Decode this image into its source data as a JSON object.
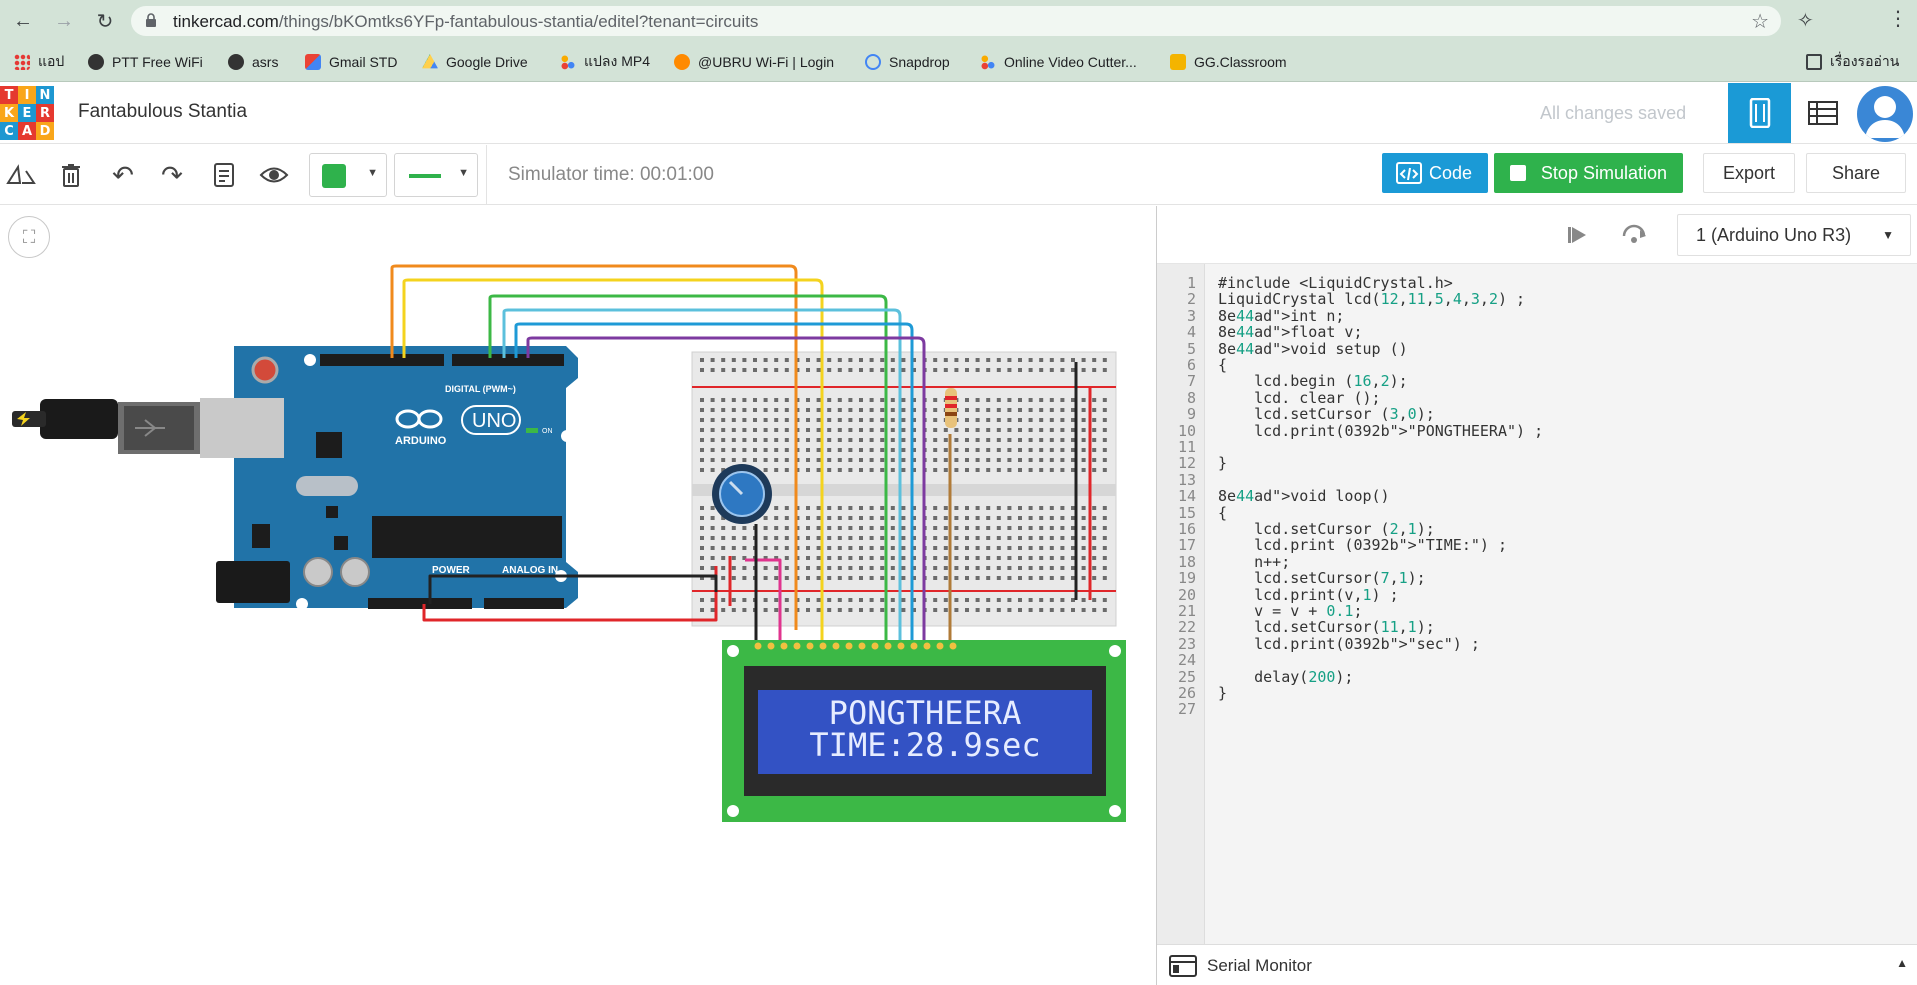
{
  "browser": {
    "url_host": "tinkercad.com",
    "url_path": "/things/bKOmtks6YFp-fantabulous-stantia/editel?tenant=circuits",
    "bookmarks": [
      {
        "label": "แอป",
        "color": "#e53935"
      },
      {
        "label": "PTT Free WiFi",
        "color": "#333333"
      },
      {
        "label": "asrs",
        "color": "#333333"
      },
      {
        "label": "Gmail STD",
        "color": "#ea4335"
      },
      {
        "label": "Google Drive",
        "color": "#1fa463"
      },
      {
        "label": "แปลง MP4",
        "color": "#f9ab00"
      },
      {
        "label": "@UBRU Wi-Fi | Login",
        "color": "#ff8a00"
      },
      {
        "label": "Snapdrop",
        "color": "#4285f4"
      },
      {
        "label": "Online Video Cutter...",
        "color": "#f9ab00"
      },
      {
        "label": "GG.Classroom",
        "color": "#f4b400"
      }
    ],
    "reading_list": "เรื่องรออ่าน"
  },
  "header": {
    "logo_letters": [
      "T",
      "I",
      "N",
      "K",
      "E",
      "R",
      "C",
      "A",
      "D"
    ],
    "logo_colors": [
      "#e5392f",
      "#f9a61a",
      "#1d97d1",
      "#f9a61a",
      "#1d97d1",
      "#e5392f",
      "#1d97d1",
      "#e5392f",
      "#f9a61a"
    ],
    "design_title": "Fantabulous Stantia",
    "save_status": "All changes saved"
  },
  "toolbar": {
    "simulator_time": "Simulator time: 00:01:00",
    "code_label": "Code",
    "stop_label": "Stop Simulation",
    "export_label": "Export",
    "share_label": "Share",
    "color_swatch": "#2fb24c"
  },
  "circuit": {
    "arduino_brand": "ARDUINO",
    "arduino_model": "UNO",
    "arduino_digital_label": "DIGITAL (PWM~)",
    "arduino_power_label": "POWER",
    "arduino_analog_label": "ANALOG IN",
    "arduino_on_label": "ON",
    "lcd_line1": "PONGTHEERA",
    "lcd_line2": "TIME:28.9sec",
    "wire_colors": {
      "orange": "#f08a1d",
      "yellow": "#f4d31e",
      "green": "#3cb846",
      "lightblue": "#5cc0dc",
      "blue": "#1e9ad6",
      "purple": "#7d3aa0",
      "red": "#e0262a",
      "black": "#222222",
      "pink": "#e0348e",
      "brown": "#b07b38"
    }
  },
  "code_panel": {
    "board": "1 (Arduino Uno R3)",
    "serial_monitor_label": "Serial Monitor",
    "lines": [
      "#include <LiquidCrystal.h>",
      "LiquidCrystal lcd(12,11,5,4,3,2) ;",
      "int n;",
      "float v;",
      "void setup ()",
      "{",
      "    lcd.begin (16,2);",
      "    lcd. clear ();",
      "    lcd.setCursor (3,0);",
      "    lcd.print(\"PONGTHEERA\") ;",
      "",
      "}",
      "",
      "void loop()",
      "{",
      "    lcd.setCursor (2,1);",
      "    lcd.print (\"TIME:\") ;",
      "    n++;",
      "    lcd.setCursor(7,1);",
      "    lcd.print(v,1) ;",
      "    v = v + 0.1;",
      "    lcd.setCursor(11,1);",
      "    lcd.print(\"sec\") ;",
      "",
      "    delay(200);",
      "}",
      ""
    ]
  }
}
